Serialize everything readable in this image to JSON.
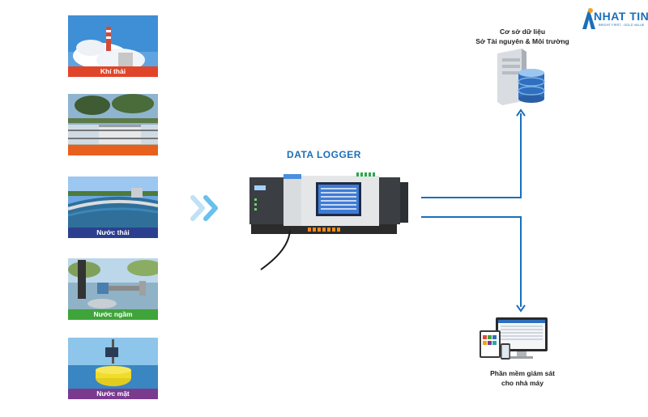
{
  "brand": {
    "logo_text": "NHAT TIN",
    "tagline": "BRIGHT FIRST - GOLD VALUE"
  },
  "sources": [
    {
      "label": "Khí thải",
      "color": "#e0452a"
    },
    {
      "label": "",
      "color": "#e8601d"
    },
    {
      "label": "Nước thải",
      "color": "#2c3f8f"
    },
    {
      "label": "Nước ngầm",
      "color": "#3fa43a"
    },
    {
      "label": "Nước mặt",
      "color": "#7a3b8f"
    }
  ],
  "center": {
    "title": "DATA LOGGER"
  },
  "outputs": {
    "database": {
      "line1": "Cơ sở dữ liệu",
      "line2": "Sở Tài nguyên & Môi trường"
    },
    "software": {
      "line1": "Phần mềm giám sát",
      "line2": "cho nhà máy"
    }
  },
  "colors": {
    "accent": "#1b6fb9"
  }
}
